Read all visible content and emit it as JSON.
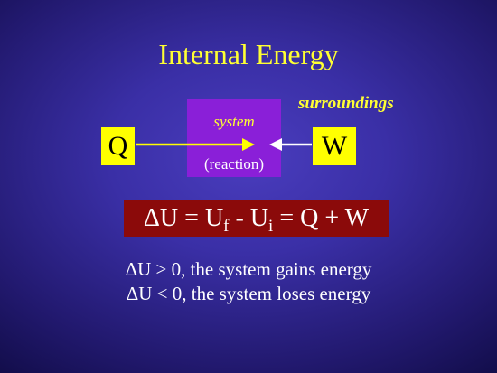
{
  "slide": {
    "title": "Internal Energy",
    "surroundings_label": "surroundings",
    "system_label": "system",
    "reaction_label": "(reaction)",
    "q_label": "Q",
    "w_label": "W",
    "equation": {
      "part1": "ΔU = U",
      "sub_f": "f",
      "part2": " - U",
      "sub_i": "i",
      "part3": " = Q + W"
    },
    "statements": [
      "ΔU > 0, the system gains energy",
      "ΔU < 0, the system loses energy"
    ]
  },
  "colors": {
    "title": "#ffff33",
    "system_box": "#8a1fd8",
    "qw_boxes": "#ffff00",
    "equation_box": "#8b0a0a",
    "background": "#3a2fa6"
  }
}
